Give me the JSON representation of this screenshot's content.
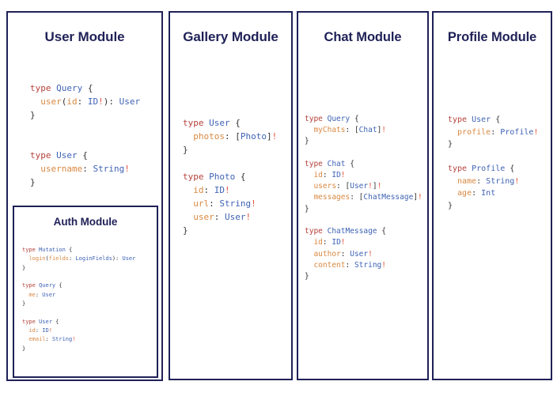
{
  "theme": {
    "background": "#ffffff",
    "panel_border": "#1f2157",
    "title_color": "#1f2157",
    "token_keyword": "#b5423a",
    "token_type": "#3f63b5",
    "token_field": "#d98841",
    "token_punct": "#333333",
    "token_bang": "#e2553d"
  },
  "modules": {
    "user": {
      "title": "User Module",
      "code_lines": [
        [
          {
            "t": "type ",
            "c": "k"
          },
          {
            "t": "Query",
            "c": "t"
          },
          {
            "t": " {",
            "c": "p"
          }
        ],
        [
          {
            "t": "  user",
            "c": "f"
          },
          {
            "t": "(",
            "c": "p"
          },
          {
            "t": "id",
            "c": "f"
          },
          {
            "t": ": ",
            "c": "p"
          },
          {
            "t": "ID",
            "c": "t"
          },
          {
            "t": "!",
            "c": "b"
          },
          {
            "t": ")",
            "c": "p"
          },
          {
            "t": ": ",
            "c": "p"
          },
          {
            "t": "User",
            "c": "t"
          }
        ],
        [
          {
            "t": "}",
            "c": "p"
          }
        ],
        [
          {
            "t": "",
            "c": "p"
          }
        ],
        [
          {
            "t": "",
            "c": "p"
          }
        ],
        [
          {
            "t": "type ",
            "c": "k"
          },
          {
            "t": "User",
            "c": "t"
          },
          {
            "t": " {",
            "c": "p"
          }
        ],
        [
          {
            "t": "  username",
            "c": "f"
          },
          {
            "t": ": ",
            "c": "p"
          },
          {
            "t": "String",
            "c": "t"
          },
          {
            "t": "!",
            "c": "b"
          }
        ],
        [
          {
            "t": "}",
            "c": "p"
          }
        ]
      ]
    },
    "auth": {
      "title": "Auth Module",
      "code_lines": [
        [
          {
            "t": "type ",
            "c": "k"
          },
          {
            "t": "Mutation",
            "c": "t"
          },
          {
            "t": " {",
            "c": "p"
          }
        ],
        [
          {
            "t": "  login",
            "c": "f"
          },
          {
            "t": "(",
            "c": "p"
          },
          {
            "t": "fields",
            "c": "f"
          },
          {
            "t": ": ",
            "c": "p"
          },
          {
            "t": "LoginFields",
            "c": "t"
          },
          {
            "t": ")",
            "c": "p"
          },
          {
            "t": ": ",
            "c": "p"
          },
          {
            "t": "User",
            "c": "t"
          }
        ],
        [
          {
            "t": "}",
            "c": "p"
          }
        ],
        [
          {
            "t": "",
            "c": "p"
          }
        ],
        [
          {
            "t": "type ",
            "c": "k"
          },
          {
            "t": "Query",
            "c": "t"
          },
          {
            "t": " {",
            "c": "p"
          }
        ],
        [
          {
            "t": "  me",
            "c": "f"
          },
          {
            "t": ": ",
            "c": "p"
          },
          {
            "t": "User",
            "c": "t"
          }
        ],
        [
          {
            "t": "}",
            "c": "p"
          }
        ],
        [
          {
            "t": "",
            "c": "p"
          }
        ],
        [
          {
            "t": "type ",
            "c": "k"
          },
          {
            "t": "User",
            "c": "t"
          },
          {
            "t": " {",
            "c": "p"
          }
        ],
        [
          {
            "t": "  id",
            "c": "f"
          },
          {
            "t": ": ",
            "c": "p"
          },
          {
            "t": "ID",
            "c": "t"
          },
          {
            "t": "!",
            "c": "b"
          }
        ],
        [
          {
            "t": "  email",
            "c": "f"
          },
          {
            "t": ": ",
            "c": "p"
          },
          {
            "t": "String",
            "c": "t"
          },
          {
            "t": "!",
            "c": "b"
          }
        ],
        [
          {
            "t": "}",
            "c": "p"
          }
        ]
      ]
    },
    "gallery": {
      "title": "Gallery Module",
      "code_lines": [
        [
          {
            "t": "type ",
            "c": "k"
          },
          {
            "t": "User",
            "c": "t"
          },
          {
            "t": " {",
            "c": "p"
          }
        ],
        [
          {
            "t": "  photos",
            "c": "f"
          },
          {
            "t": ": ",
            "c": "p"
          },
          {
            "t": "[",
            "c": "p"
          },
          {
            "t": "Photo",
            "c": "t"
          },
          {
            "t": "]",
            "c": "p"
          },
          {
            "t": "!",
            "c": "b"
          }
        ],
        [
          {
            "t": "}",
            "c": "p"
          }
        ],
        [
          {
            "t": "",
            "c": "p"
          }
        ],
        [
          {
            "t": "type ",
            "c": "k"
          },
          {
            "t": "Photo",
            "c": "t"
          },
          {
            "t": " {",
            "c": "p"
          }
        ],
        [
          {
            "t": "  id",
            "c": "f"
          },
          {
            "t": ": ",
            "c": "p"
          },
          {
            "t": "ID",
            "c": "t"
          },
          {
            "t": "!",
            "c": "b"
          }
        ],
        [
          {
            "t": "  url",
            "c": "f"
          },
          {
            "t": ": ",
            "c": "p"
          },
          {
            "t": "String",
            "c": "t"
          },
          {
            "t": "!",
            "c": "b"
          }
        ],
        [
          {
            "t": "  user",
            "c": "f"
          },
          {
            "t": ": ",
            "c": "p"
          },
          {
            "t": "User",
            "c": "t"
          },
          {
            "t": "!",
            "c": "b"
          }
        ],
        [
          {
            "t": "}",
            "c": "p"
          }
        ]
      ]
    },
    "chat": {
      "title": "Chat Module",
      "code_lines": [
        [
          {
            "t": "type ",
            "c": "k"
          },
          {
            "t": "Query",
            "c": "t"
          },
          {
            "t": " {",
            "c": "p"
          }
        ],
        [
          {
            "t": "  myChats",
            "c": "f"
          },
          {
            "t": ": ",
            "c": "p"
          },
          {
            "t": "[",
            "c": "p"
          },
          {
            "t": "Chat",
            "c": "t"
          },
          {
            "t": "]",
            "c": "p"
          },
          {
            "t": "!",
            "c": "b"
          }
        ],
        [
          {
            "t": "}",
            "c": "p"
          }
        ],
        [
          {
            "t": "",
            "c": "p"
          }
        ],
        [
          {
            "t": "type ",
            "c": "k"
          },
          {
            "t": "Chat",
            "c": "t"
          },
          {
            "t": " {",
            "c": "p"
          }
        ],
        [
          {
            "t": "  id",
            "c": "f"
          },
          {
            "t": ": ",
            "c": "p"
          },
          {
            "t": "ID",
            "c": "t"
          },
          {
            "t": "!",
            "c": "b"
          }
        ],
        [
          {
            "t": "  users",
            "c": "f"
          },
          {
            "t": ": ",
            "c": "p"
          },
          {
            "t": "[",
            "c": "p"
          },
          {
            "t": "User",
            "c": "t"
          },
          {
            "t": "!",
            "c": "b"
          },
          {
            "t": "]",
            "c": "p"
          },
          {
            "t": "!",
            "c": "b"
          }
        ],
        [
          {
            "t": "  messages",
            "c": "f"
          },
          {
            "t": ": ",
            "c": "p"
          },
          {
            "t": "[",
            "c": "p"
          },
          {
            "t": "ChatMessage",
            "c": "t"
          },
          {
            "t": "]",
            "c": "p"
          },
          {
            "t": "!",
            "c": "b"
          }
        ],
        [
          {
            "t": "}",
            "c": "p"
          }
        ],
        [
          {
            "t": "",
            "c": "p"
          }
        ],
        [
          {
            "t": "type ",
            "c": "k"
          },
          {
            "t": "ChatMessage",
            "c": "t"
          },
          {
            "t": " {",
            "c": "p"
          }
        ],
        [
          {
            "t": "  id",
            "c": "f"
          },
          {
            "t": ": ",
            "c": "p"
          },
          {
            "t": "ID",
            "c": "t"
          },
          {
            "t": "!",
            "c": "b"
          }
        ],
        [
          {
            "t": "  author",
            "c": "f"
          },
          {
            "t": ": ",
            "c": "p"
          },
          {
            "t": "User",
            "c": "t"
          },
          {
            "t": "!",
            "c": "b"
          }
        ],
        [
          {
            "t": "  content",
            "c": "f"
          },
          {
            "t": ": ",
            "c": "p"
          },
          {
            "t": "String",
            "c": "t"
          },
          {
            "t": "!",
            "c": "b"
          }
        ],
        [
          {
            "t": "}",
            "c": "p"
          }
        ]
      ]
    },
    "profile": {
      "title": "Profile Module",
      "code_lines": [
        [
          {
            "t": "type ",
            "c": "k"
          },
          {
            "t": "User",
            "c": "t"
          },
          {
            "t": " {",
            "c": "p"
          }
        ],
        [
          {
            "t": "  profile",
            "c": "f"
          },
          {
            "t": ": ",
            "c": "p"
          },
          {
            "t": "Profile",
            "c": "t"
          },
          {
            "t": "!",
            "c": "b"
          }
        ],
        [
          {
            "t": "}",
            "c": "p"
          }
        ],
        [
          {
            "t": "",
            "c": "p"
          }
        ],
        [
          {
            "t": "type ",
            "c": "k"
          },
          {
            "t": "Profile",
            "c": "t"
          },
          {
            "t": " {",
            "c": "p"
          }
        ],
        [
          {
            "t": "  name",
            "c": "f"
          },
          {
            "t": ": ",
            "c": "p"
          },
          {
            "t": "String",
            "c": "t"
          },
          {
            "t": "!",
            "c": "b"
          }
        ],
        [
          {
            "t": "  age",
            "c": "f"
          },
          {
            "t": ": ",
            "c": "p"
          },
          {
            "t": "Int",
            "c": "t"
          }
        ],
        [
          {
            "t": "}",
            "c": "p"
          }
        ]
      ]
    }
  }
}
